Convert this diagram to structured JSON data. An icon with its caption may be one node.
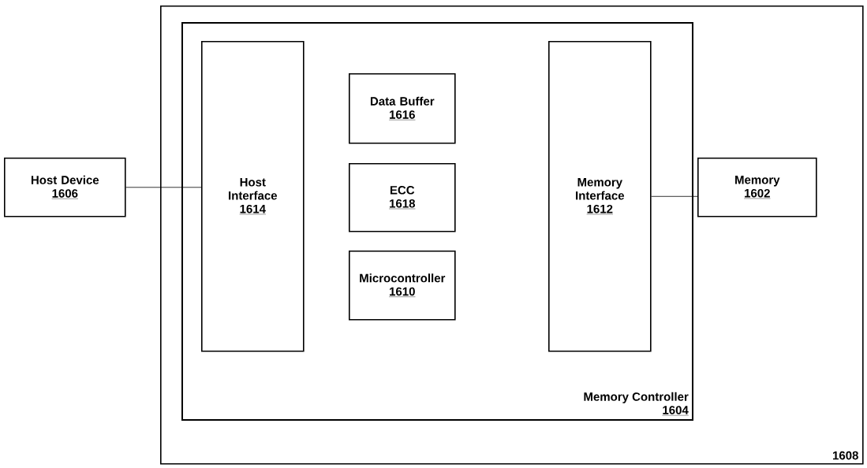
{
  "diagram": {
    "nodes": [
      {
        "text": [
          "Host Device",
          "1606"
        ]
      },
      {
        "text": [
          "1608"
        ]
      },
      {
        "text": [
          "Memory Controller",
          "1604"
        ],
        "in": 1
      },
      {
        "text": [
          "Host Interface",
          "1614"
        ],
        "in": 2
      },
      {
        "text": [
          "Data Buffer",
          "1616"
        ],
        "in": 2
      },
      {
        "text": [
          "ECC",
          "1618"
        ],
        "in": 2
      },
      {
        "text": [
          "Microcontroller",
          "1610"
        ],
        "in": 2
      },
      {
        "text": [
          "Memory Interface",
          "1612"
        ],
        "in": 2
      },
      {
        "text": [
          "Memory",
          "1602"
        ],
        "in": 1
      }
    ],
    "edges": [
      {
        "from": 0,
        "to": 3,
        "arrow": "none"
      },
      {
        "from": 7,
        "to": 8,
        "arrow": "none"
      }
    ]
  }
}
